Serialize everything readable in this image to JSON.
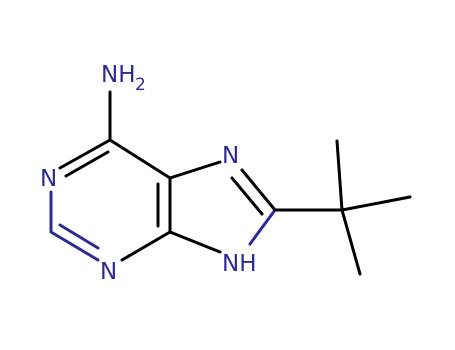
{
  "molecule": {
    "atoms": {
      "amine_n": "NH",
      "amine_sub": "2",
      "n1": "N",
      "n3": "N",
      "n7": "N",
      "n9": "NH"
    },
    "colors": {
      "bond": "#000000",
      "heteroatom": "#2e2a93"
    }
  }
}
